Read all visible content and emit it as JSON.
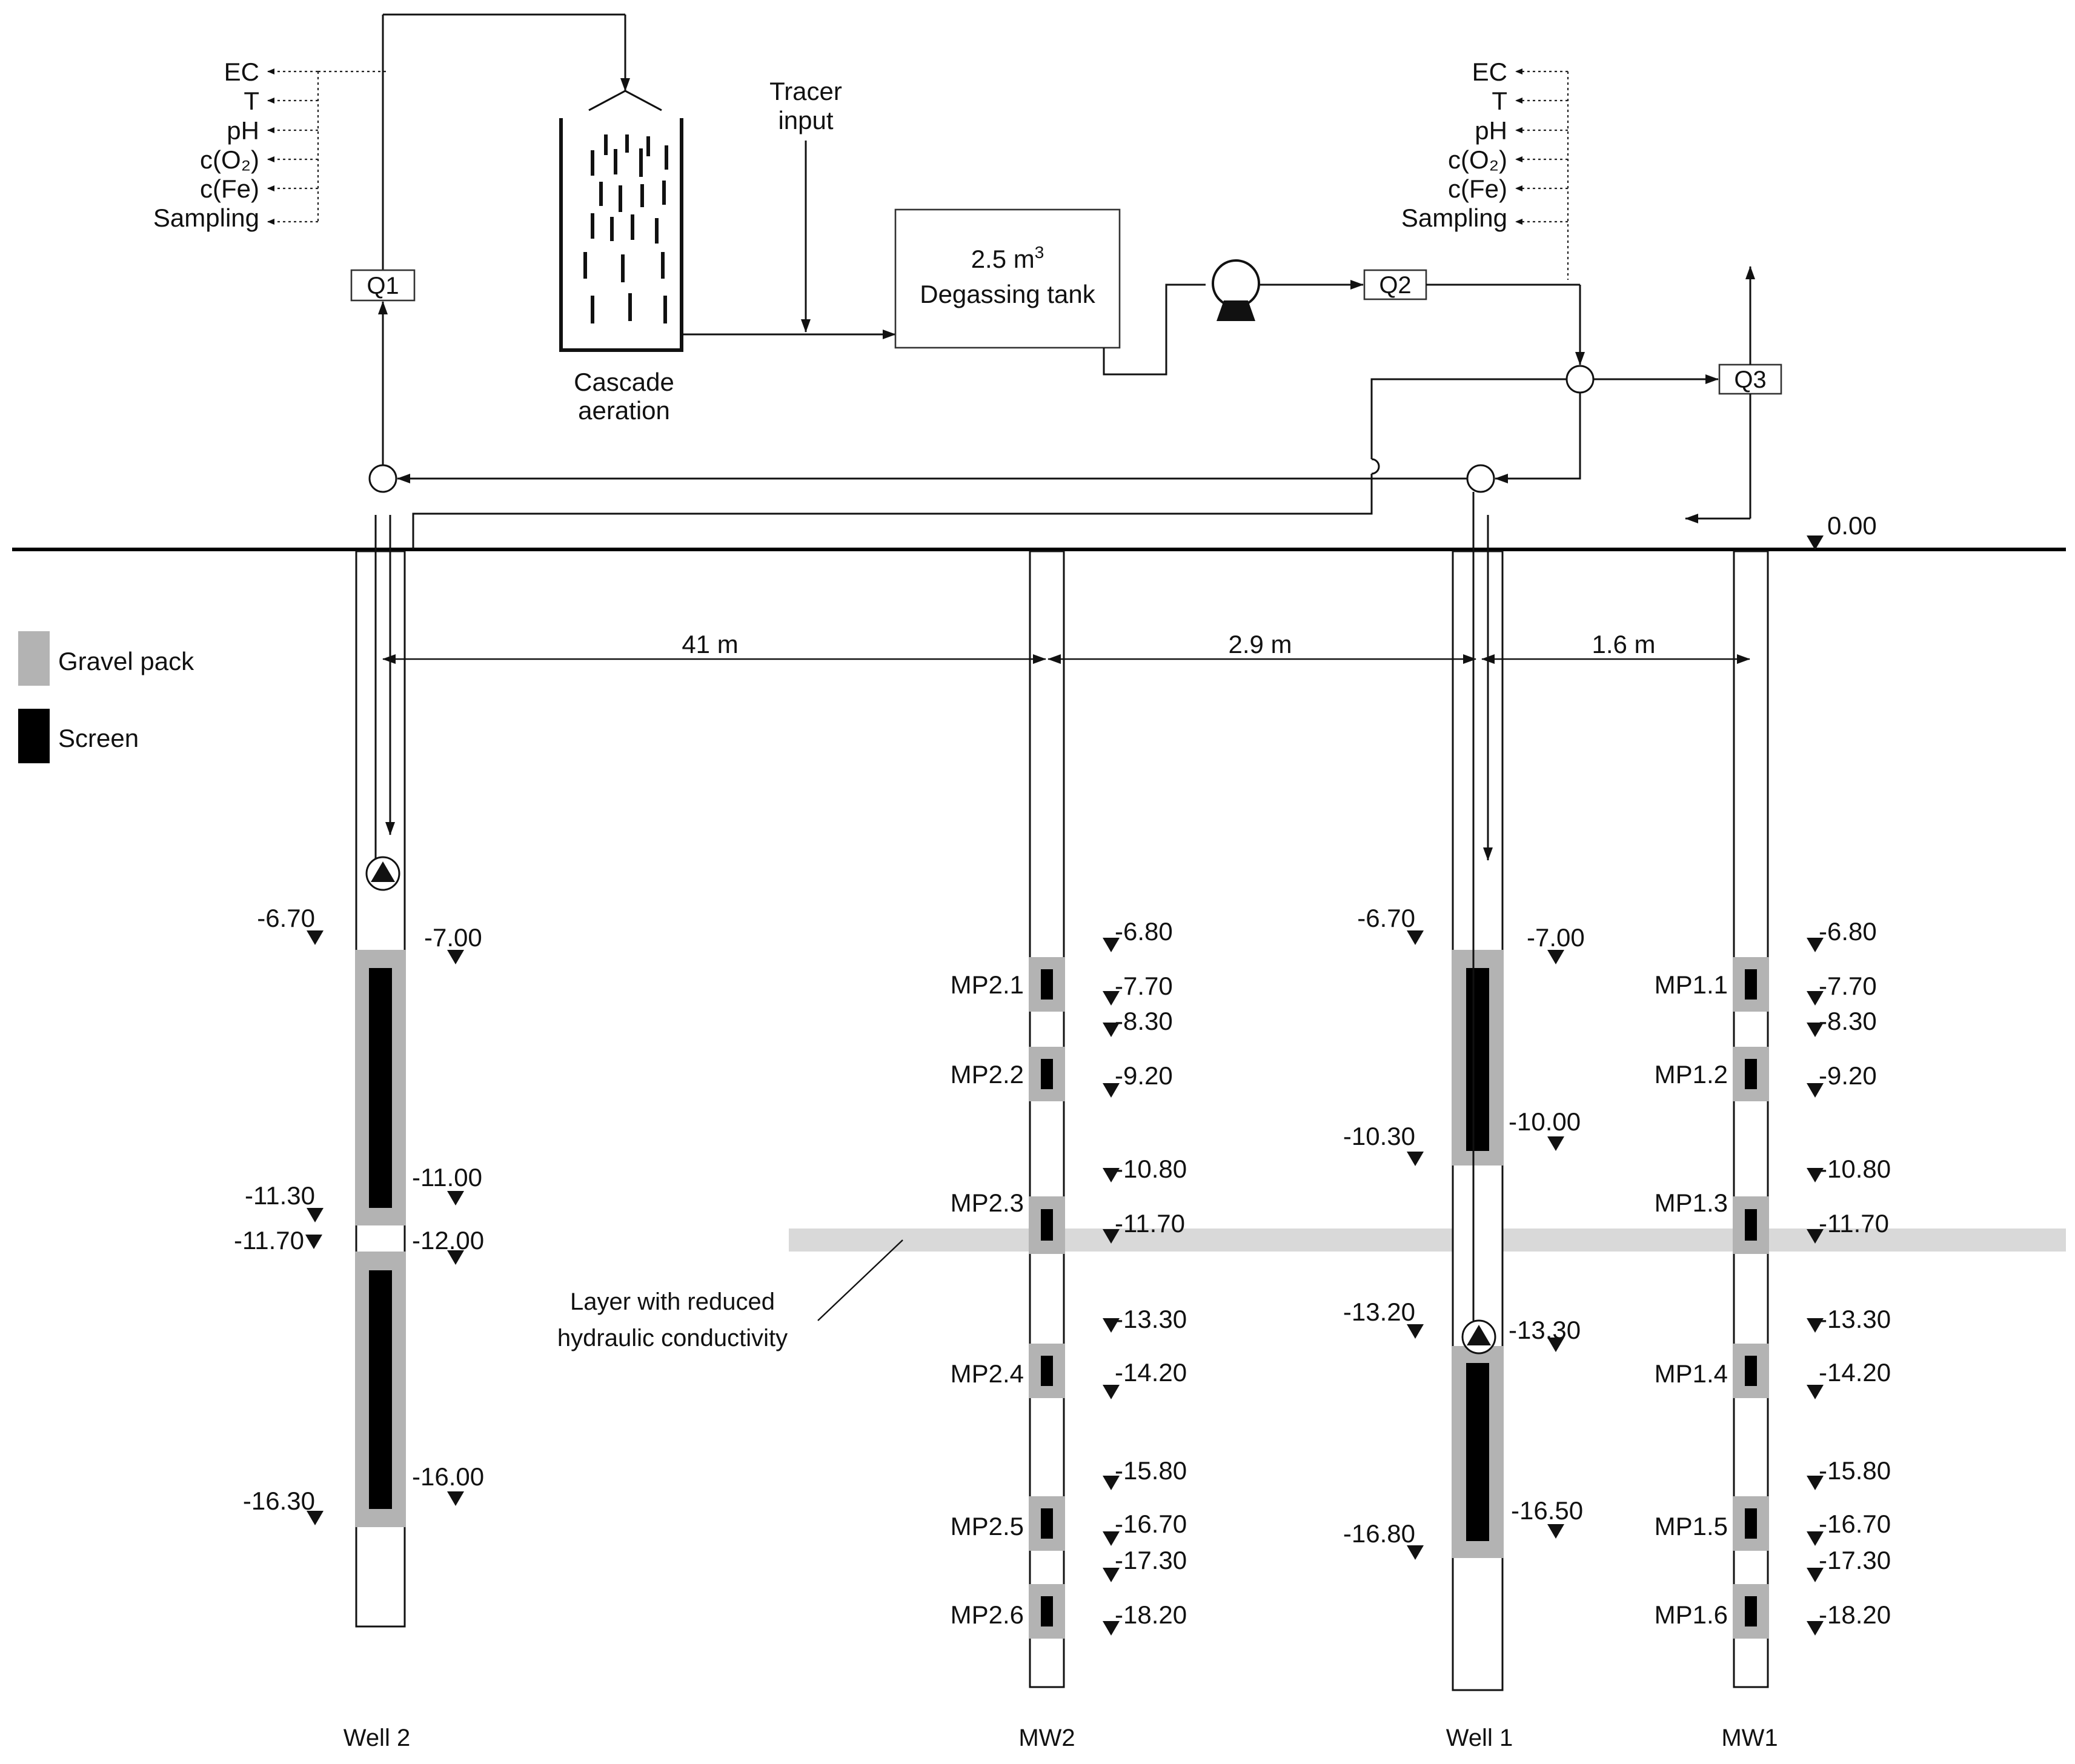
{
  "measurements": [
    "EC",
    "T",
    "pH",
    "c(O₂)",
    "c(Fe)",
    "Sampling"
  ],
  "flow_meters": {
    "q1": "Q1",
    "q2": "Q2",
    "q3": "Q3"
  },
  "components": {
    "cascade": [
      "Cascade",
      "aeration"
    ],
    "tracer": [
      "Tracer",
      "input"
    ],
    "tank_volume": "2.5 m",
    "tank_volume_exp": "3",
    "tank_label": "Degassing tank"
  },
  "ground_level": "0.00",
  "distances": [
    "41 m",
    "2.9 m",
    "1.6 m"
  ],
  "legend": {
    "gravel": "Gravel pack",
    "screen": "Screen",
    "gravel_color": "#b3b3b3",
    "screen_color": "#000000"
  },
  "layer_label": [
    "Layer with reduced",
    "hydraulic conductivity"
  ],
  "wells": {
    "well2": {
      "name": "Well 2",
      "left_depths": [
        "-6.70",
        "-11.30",
        "-11.70",
        "-16.30"
      ],
      "right_depths": [
        "-7.00",
        "-11.00",
        "-12.00",
        "-16.00"
      ]
    },
    "mw2": {
      "name": "MW2",
      "points": [
        "MP2.1",
        "MP2.2",
        "MP2.3",
        "MP2.4",
        "MP2.5",
        "MP2.6"
      ],
      "depths": [
        "-6.80",
        "-7.70",
        "-8.30",
        "-9.20",
        "-10.80",
        "-11.70",
        "-13.30",
        "-14.20",
        "-15.80",
        "-16.70",
        "-17.30",
        "-18.20"
      ]
    },
    "well1": {
      "name": "Well 1",
      "left_depths": [
        "-6.70",
        "-10.30",
        "-13.20",
        "-16.80"
      ],
      "right_depths": [
        "-7.00",
        "-10.00",
        "-13.30",
        "-16.50"
      ]
    },
    "mw1": {
      "name": "MW1",
      "points": [
        "MP1.1",
        "MP1.2",
        "MP1.3",
        "MP1.4",
        "MP1.5",
        "MP1.6"
      ],
      "depths": [
        "-6.80",
        "-7.70",
        "-8.30",
        "-9.20",
        "-10.80",
        "-11.70",
        "-13.30",
        "-14.20",
        "-15.80",
        "-16.70",
        "-17.30",
        "-18.20"
      ]
    }
  }
}
